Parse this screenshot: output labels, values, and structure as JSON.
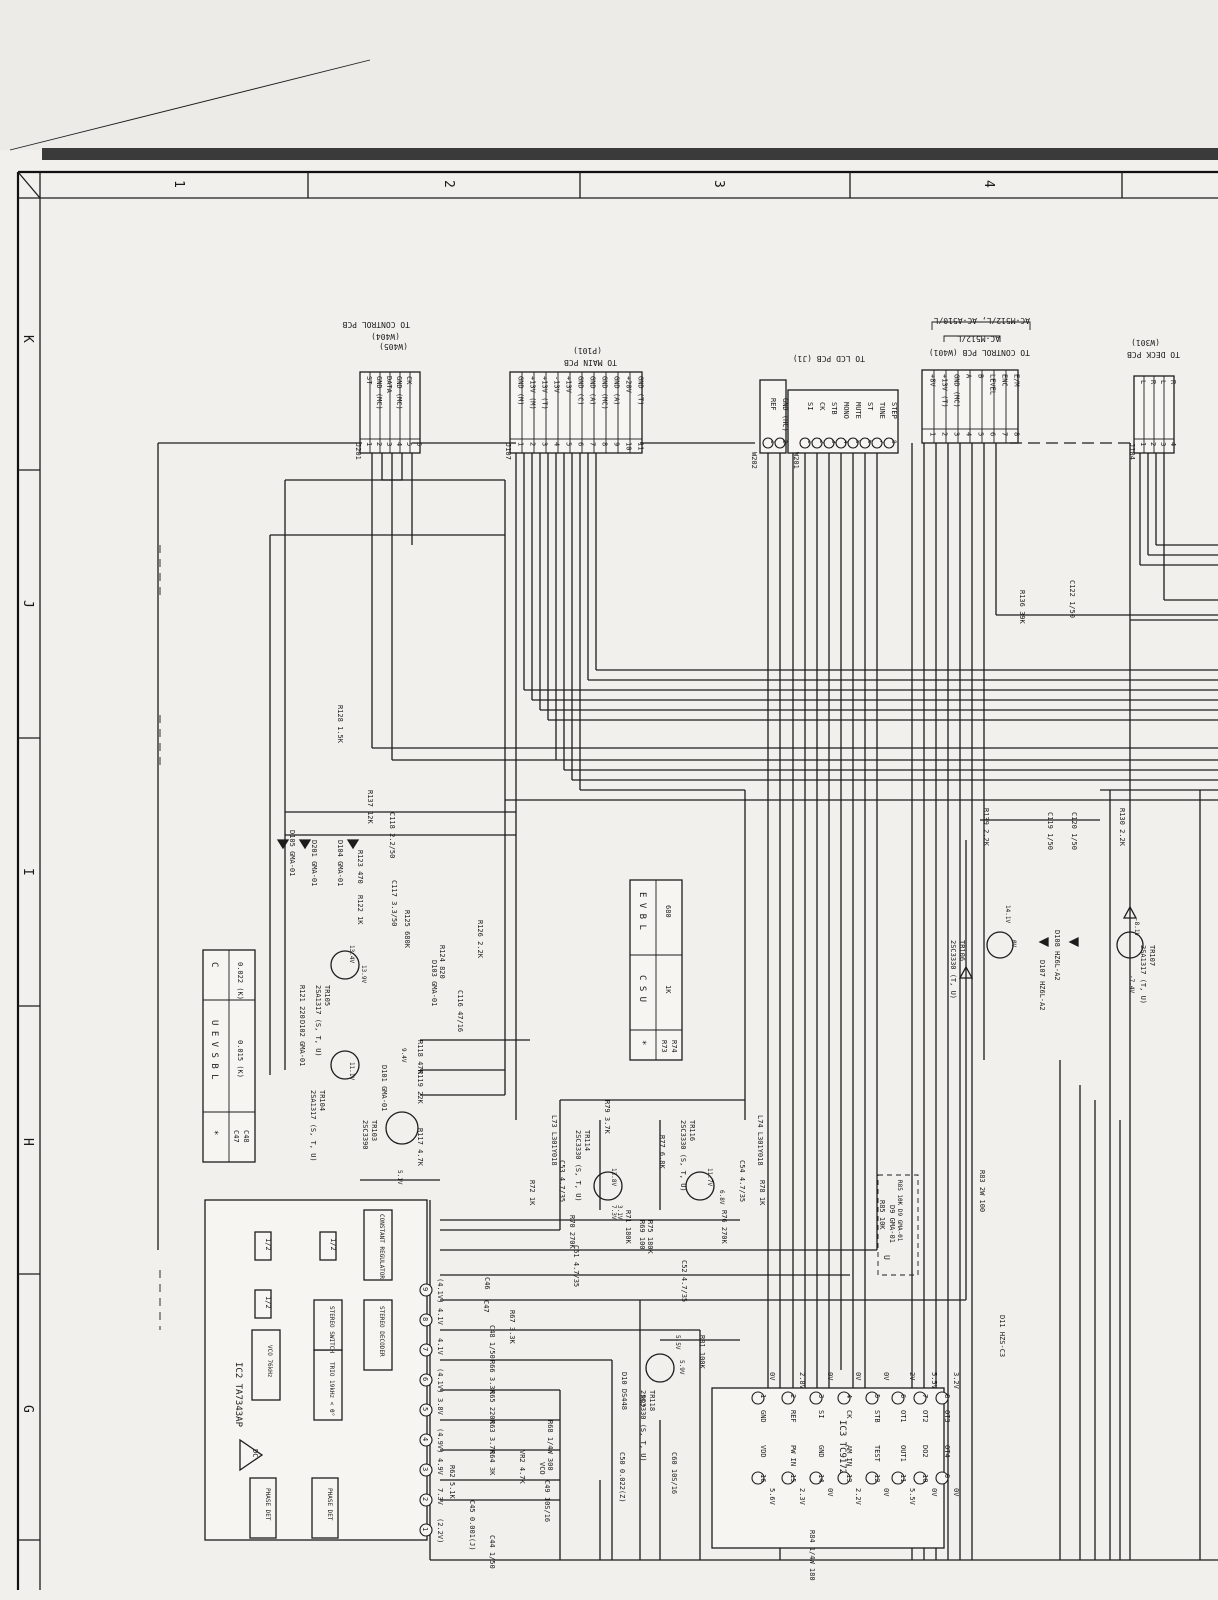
{
  "frame": {
    "columns": [
      "1",
      "2",
      "3",
      "4"
    ],
    "rows": [
      "K",
      "J",
      "I",
      "H",
      "G"
    ]
  },
  "connectors": {
    "j201": {
      "ref": "J201",
      "dest": "TO CONTROL PCB",
      "sub1": "(W404)",
      "sub2": "(W405)",
      "pins": [
        "1",
        "2",
        "3",
        "4",
        "5",
        "6"
      ],
      "labels": [
        "ST",
        "GND (MC)",
        "DATA",
        "GND (MC)",
        "CK",
        ""
      ]
    },
    "j107": {
      "ref": "J107",
      "dest": "TO MAIN PCB",
      "sub": "(P101)",
      "pins": [
        "1",
        "2",
        "3",
        "4",
        "5",
        "6",
        "7",
        "8",
        "9",
        "10",
        "11"
      ],
      "labels": [
        "GND (M)",
        "+13V (M)",
        "+13V (T)",
        "-13V",
        "+13V",
        "GND (C)",
        "GND (A)",
        "GND (MC)",
        "GND (A)",
        "+20V",
        "GND (T)"
      ]
    },
    "w202": {
      "ref": "W202",
      "pins": [
        "1",
        "2"
      ],
      "labels": [
        "REF",
        "GND (HC)"
      ]
    },
    "w201": {
      "ref": "W201",
      "dest": "TO LCD PCB (J1)",
      "pins": [
        "1",
        "2",
        "3",
        "4",
        "5",
        "6",
        "7",
        "8"
      ],
      "labels": [
        "SI",
        "CK",
        "STB",
        "MONO",
        "MUTE",
        "ST",
        "TUNE",
        "STEP"
      ]
    },
    "control_w401": {
      "dest": "TO CONTROL PCB (W401)",
      "model_a": "AC-M512/L",
      "model_b": "AC-M512/L, AC-A510/L",
      "pins": [
        "1",
        "2",
        "3",
        "4",
        "5",
        "6",
        "7",
        "8"
      ],
      "labels": [
        "+8V",
        "+13V (T)",
        "GND (MC)",
        "A",
        "B",
        "LEVEL",
        "ENC",
        "E/M"
      ]
    },
    "j104": {
      "ref": "J104",
      "dest": "TO DECK PCB",
      "sub": "(W301)",
      "pins": [
        "1",
        "2",
        "3",
        "4"
      ],
      "labels": [
        "L",
        "R",
        "L",
        "R"
      ]
    }
  },
  "ic2": {
    "title": "IC2 TA7343AP",
    "blocks": [
      "PHASE DET",
      "DC",
      "VCO 76kHz",
      "PHASE DET",
      "TRIO 19kHz < 0°",
      "STEREO SWITCH",
      "STEREO DECODER",
      "CONSTANT REGULATOR",
      "1/2",
      "1/2",
      "1/2"
    ],
    "pin_numbers": [
      "1",
      "2",
      "3",
      "4",
      "5",
      "6",
      "7",
      "8",
      "9"
    ],
    "pin_voltages": [
      "(2.2V)",
      "7.3V",
      "4.9V",
      "(4.9V)",
      "3.8V",
      "(4.1V)",
      "4.1V",
      "4.1V",
      "(4.1V)"
    ]
  },
  "ic3": {
    "title": "IC3 TC9172",
    "top_pins": [
      "GND",
      "REF",
      "SI",
      "CK",
      "STB",
      "OT1",
      "OT2",
      "OT3"
    ],
    "top_numbers": [
      "1",
      "2",
      "3",
      "4",
      "5",
      "6",
      "7",
      "8"
    ],
    "top_volts": [
      "0V",
      "2.8V",
      "0V",
      "0V",
      "0V",
      "2V",
      "5.5V",
      "3.2V"
    ],
    "bottom_pins": [
      "VDD",
      "PW IN",
      "GND",
      "AM IN",
      "TEST",
      "OUT1",
      "DO2",
      "OT4"
    ],
    "bottom_numbers": [
      "16",
      "15",
      "14",
      "13",
      "12",
      "11",
      "10",
      "9"
    ],
    "bottom_volts": [
      "5.6V",
      "2.3V",
      "0V",
      "2.2V",
      "0V",
      "5.5V",
      "0V",
      "0V"
    ]
  },
  "transistors": [
    {
      "ref": "TR103",
      "part": "2SC3390"
    },
    {
      "ref": "TR104",
      "part": "2SA1317 (S, T, U)"
    },
    {
      "ref": "TR105",
      "part": "2SA1317 (S, T, U)"
    },
    {
      "ref": "TR114",
      "part": "2SC3330 (S, T, U)"
    },
    {
      "ref": "TR116",
      "part": "2SC3330 (S, T, U)"
    },
    {
      "ref": "TR118",
      "part": "2SC3330 (S, T, U)"
    },
    {
      "ref": "TR106",
      "part": "2SC3330 (T, U)"
    },
    {
      "ref": "TR107",
      "part": "2SA1317 (T, U)"
    }
  ],
  "resistors": [
    "R128 1.5K",
    "R137 12K",
    "R136 39K",
    "R117 4.7K",
    "R118 47K",
    "R119 22K",
    "R122 1K",
    "R123 470",
    "R124 820",
    "R125 680K",
    "R126 2.2K",
    "R121 220",
    "R62 5.1K",
    "R63 3.7K",
    "R64 3K",
    "R65 220K",
    "R66 3.3K",
    "R67 3.3K",
    "R68 1/4W 300",
    "R69 100",
    "R70 270K",
    "R71 180K",
    "R72 1K",
    "R75 180K",
    "R76 270K",
    "R77 6.8K",
    "R78 1K",
    "R79 3.7K",
    "R81 100K",
    "R82",
    "R83 2W 100",
    "R84 1/4W 180",
    "R85 10K",
    "R130 2.2K",
    "R139 2.2K"
  ],
  "capacitors": [
    "C117 3.3/50",
    "C118 2.2/50",
    "C119 1/50",
    "C120 1/50",
    "C122 1/50",
    "C116 47/16",
    "C44 1/50",
    "C45 0.001(J)",
    "C46",
    "C47",
    "C48 1/50",
    "C49 10S/16",
    "C50 0.022(Z)",
    "C51 4.7/35",
    "C52 4.7/35",
    "C53 4.7/35",
    "C54 4.7/35",
    "C60 10S/16"
  ],
  "diodes": [
    "D101 GMA-01",
    "D102 GMA-01",
    "D103 GMA-01",
    "D104 GMA-01",
    "D105 GMA-01",
    "D201 GMA-01",
    "D107 HZ6L-A2",
    "D108 HZ6L-A2",
    "D9 GMA-01",
    "D10 DS448",
    "D11 HZS-C3"
  ],
  "coils": [
    "L73 L301Y018",
    "L74 L301Y018"
  ],
  "voltage_notes": [
    "13.4V",
    "13.9V",
    "11.1V",
    "9.4V",
    "5.1V",
    "14.1V",
    "-8.1V",
    "-7.4V",
    "13.8V",
    "7.3V",
    "11.7V",
    "6.8V",
    "3.1V",
    "0V",
    "5.5V",
    "5.9V"
  ],
  "tables": {
    "c_table": {
      "headers": [
        "*",
        "U E V S B L",
        "C"
      ],
      "rows": [
        [
          "C47",
          "0.015 (K)",
          "0.022 (K)"
        ],
        [
          "C48",
          "",
          ""
        ]
      ]
    },
    "r_table": {
      "headers": [
        "*",
        "C S U",
        "E V B L"
      ],
      "rows": [
        [
          "R73",
          "1K",
          "680"
        ],
        [
          "R74",
          "",
          ""
        ]
      ]
    }
  },
  "d9_box": {
    "label": "U",
    "parts": "R85 10K  D9 GMA-01"
  },
  "misc": [
    "VCO",
    "VR2 4.7K",
    "AC-M512/L"
  ]
}
